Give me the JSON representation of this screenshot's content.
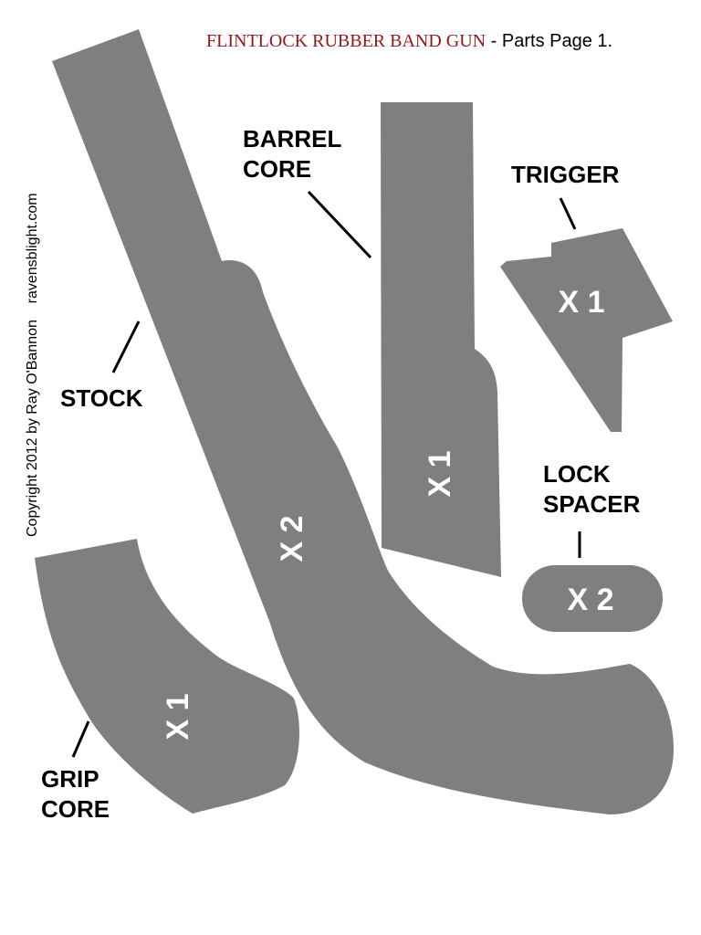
{
  "title": {
    "main": "FLINTLOCK RUBBER BAND GUN",
    "rest": " - Parts Page 1."
  },
  "credit": "Copyright 2012 by Ray O'Bannon    ravensblight.com",
  "colors": {
    "part_fill": "#7f7f7f",
    "quantity_text": "#ffffff",
    "title_accent": "#8b1a1a",
    "label_text": "#000000",
    "background": "#ffffff"
  },
  "parts": {
    "stock": {
      "label": "STOCK",
      "quantity": "X 2"
    },
    "barrel_core": {
      "label_lines": [
        "BARREL",
        "CORE"
      ],
      "quantity": "X 1"
    },
    "trigger": {
      "label": "TRIGGER",
      "quantity": "X 1"
    },
    "lock_spacer": {
      "label_lines": [
        "LOCK",
        "SPACER"
      ],
      "quantity": "X 2"
    },
    "grip_core": {
      "label_lines": [
        "GRIP",
        "CORE"
      ],
      "quantity": "X 1"
    }
  }
}
